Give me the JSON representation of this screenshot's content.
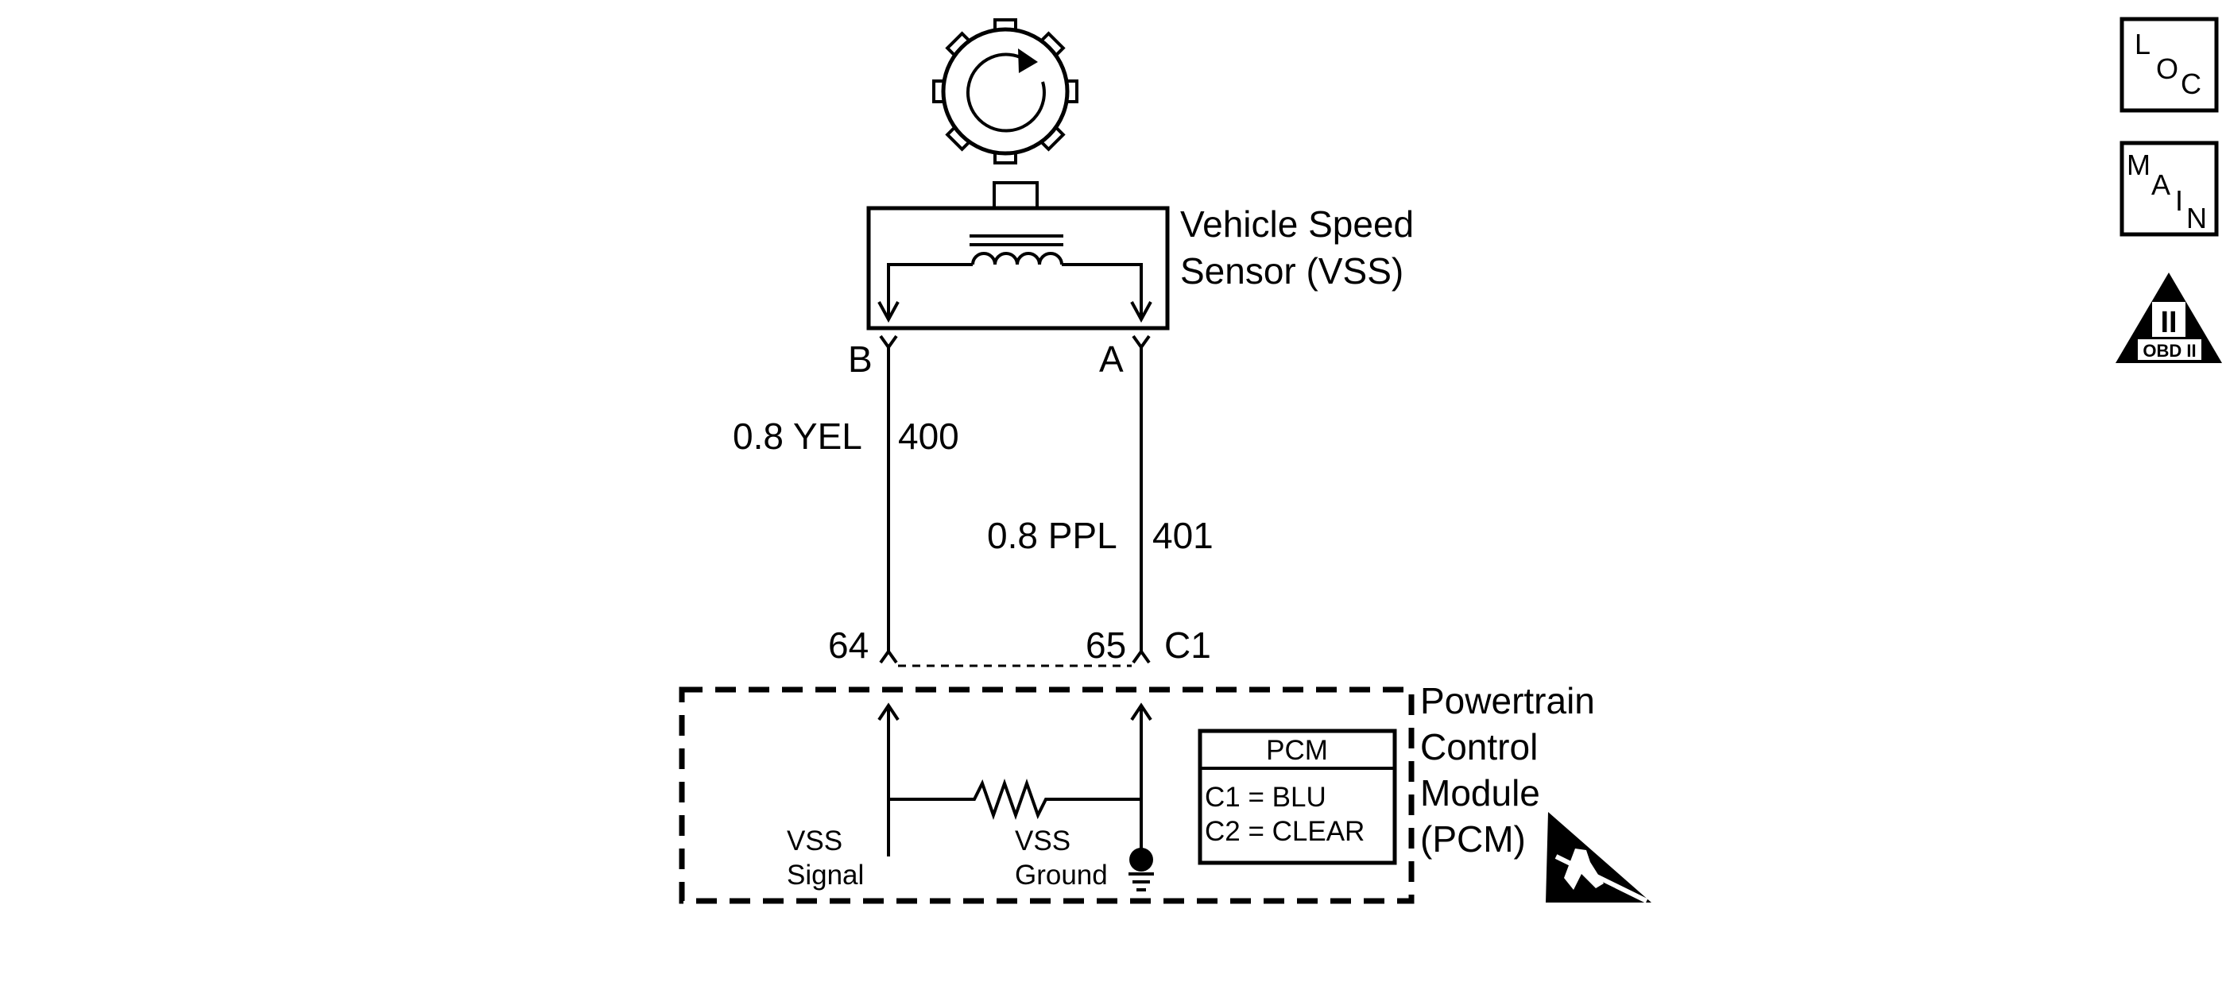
{
  "sensor": {
    "name_line1": "Vehicle Speed",
    "name_line2": "Sensor (VSS)",
    "pin_b": "B",
    "pin_a": "A"
  },
  "wires": [
    {
      "label": "0.8 YEL",
      "circuit": "400",
      "pin": "64"
    },
    {
      "label": "0.8 PPL",
      "circuit": "401",
      "pin": "65"
    }
  ],
  "connector": "C1",
  "pcm": {
    "name_lines": [
      "Powertrain",
      "Control",
      "Module",
      "(PCM)"
    ],
    "signal_label": [
      "VSS",
      "Signal"
    ],
    "ground_label": [
      "VSS",
      "Ground"
    ],
    "legend": {
      "title": "PCM",
      "rows": [
        "C1 = BLU",
        "C2 = CLEAR"
      ]
    }
  },
  "side_badges": {
    "loc": [
      "L",
      "O",
      "C"
    ],
    "main": [
      "M",
      "A",
      "I",
      "N"
    ],
    "obd": {
      "numeral": "II",
      "text": "OBD II"
    }
  },
  "icons": [
    "rotating-gear-icon",
    "coil-icon",
    "ground-icon",
    "esd-warning-icon",
    "obd-ii-icon"
  ]
}
